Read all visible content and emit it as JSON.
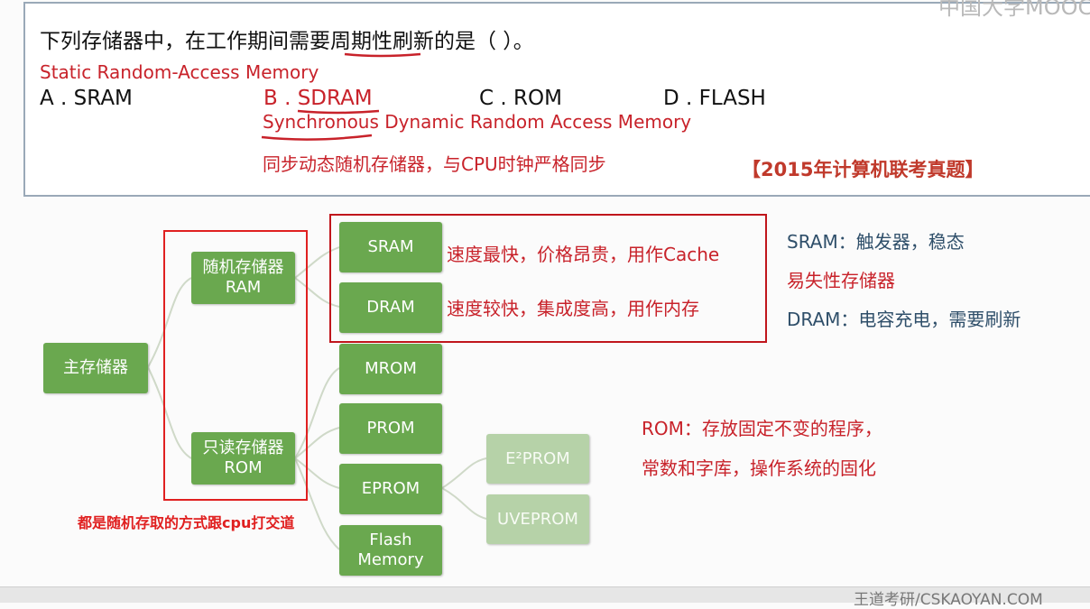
{
  "question": {
    "text": "下列存储器中，在工作期间需要周期性刷新的是（      ）。",
    "annotation_top": "Static Random-Access Memory",
    "options": [
      {
        "label": "A . SRAM"
      },
      {
        "label": "B . SDRAM"
      },
      {
        "label": "C . ROM"
      },
      {
        "label": "D . FLASH"
      }
    ],
    "annotation_b": "Synchronous Dynamic Random Access Memory",
    "explain": "同步动态随机存储器，与CPU时钟严格同步",
    "source": "【2015年计算机联考真题】"
  },
  "watermark_top": "中国大学MOOC",
  "watermark_bottom": "王道考研/CSKAOYAN.COM",
  "diagram": {
    "root": "主存储器",
    "ram": "随机存储器\nRAM",
    "rom": "只读存储器\nROM",
    "sram": "SRAM",
    "dram": "DRAM",
    "mrom": "MROM",
    "prom": "PROM",
    "eprom": "EPROM",
    "flash": "Flash\nMemory",
    "e2prom": "E²PROM",
    "uveprom": "UVEPROM",
    "sram_desc": "速度最快，价格昂贵，用作Cache",
    "dram_desc": "速度较快，集成度高，用作内存",
    "note_random": "都是随机存取的方式跟cpu打交道"
  },
  "side_notes": {
    "sram_line1": "SRAM：触发器，稳态",
    "sram_line2": "易失性存储器",
    "dram_line": "DRAM：电容充电，需要刷新",
    "rom_line1": "ROM：存放固定不变的程序，",
    "rom_line2": "常数和字库，操作系统的固化"
  },
  "colors": {
    "box_green": "#6aa84f",
    "box_light": "#b6d2a8",
    "accent_red": "#c8222a",
    "side_dark": "#2f4f6a",
    "source_red": "#c0392b"
  }
}
